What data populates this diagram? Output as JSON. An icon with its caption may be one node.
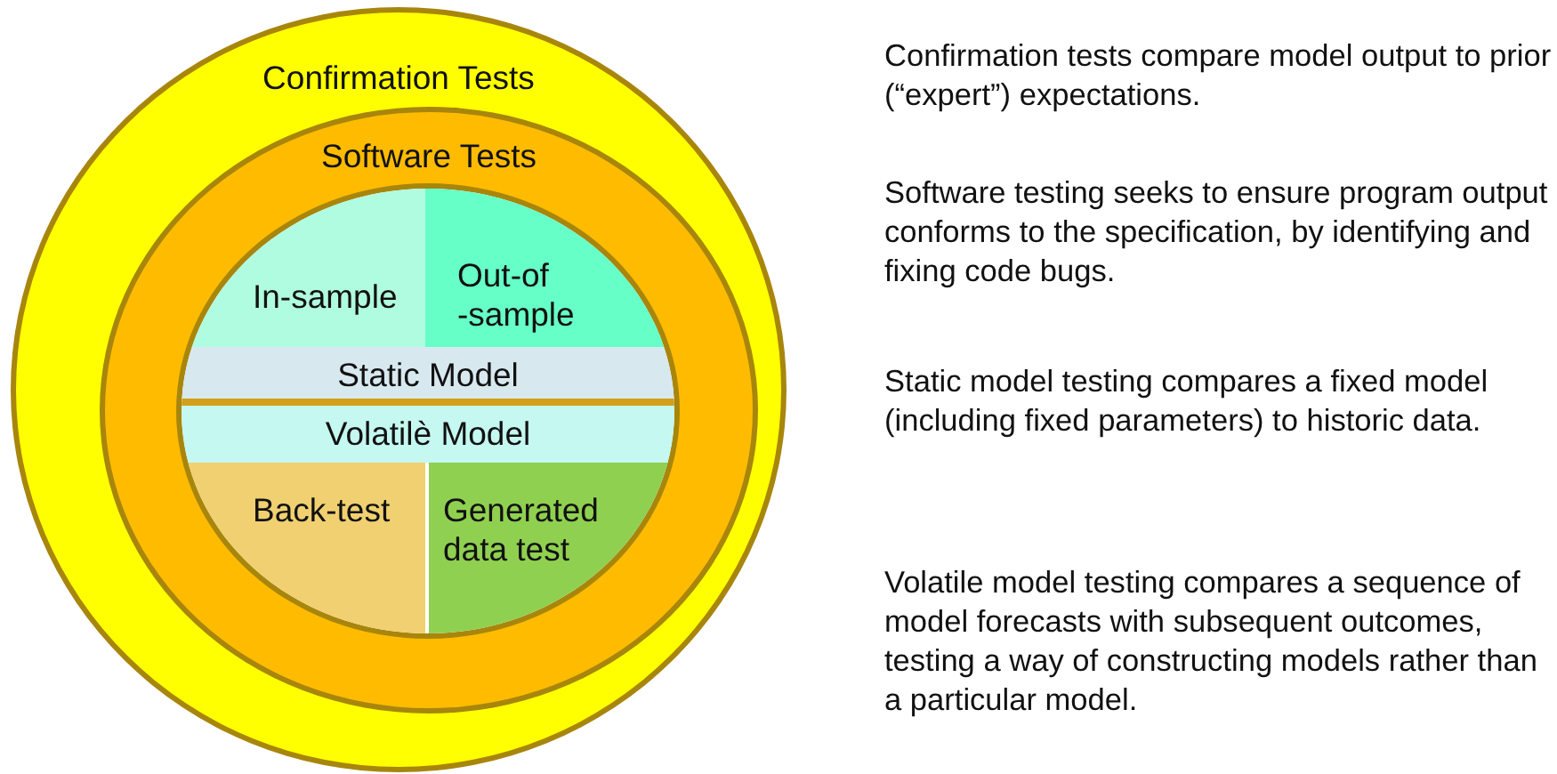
{
  "diagram": {
    "nodes": [
      {
        "text": [
          "Confirmation Tests"
        ]
      },
      {
        "text": [
          "Software Tests"
        ],
        "in": 0
      },
      {
        "text": [
          "In-sample"
        ],
        "in": 1
      },
      {
        "text": [
          "Out-of -sample"
        ],
        "in": 1
      },
      {
        "text": [
          "Static Model"
        ],
        "in": 1
      },
      {
        "text": [
          "Volatilè Model"
        ],
        "in": 1
      },
      {
        "text": [
          "Back-test"
        ],
        "in": 1
      },
      {
        "text": [
          "Generated data test"
        ],
        "in": 1
      }
    ],
    "labels": [
      "Confirmation tests compare model output to prior (“expert”) expectations.",
      "Software testing seeks to ensure program output conforms to the specification, by identifying and fixing code bugs.",
      "Static model testing compares a fixed model (including fixed parameters) to historic data.",
      "Volatile model testing compares a sequence of model forecasts with subsequent outcomes, testing a way of constructing models rather than a particular model."
    ]
  }
}
